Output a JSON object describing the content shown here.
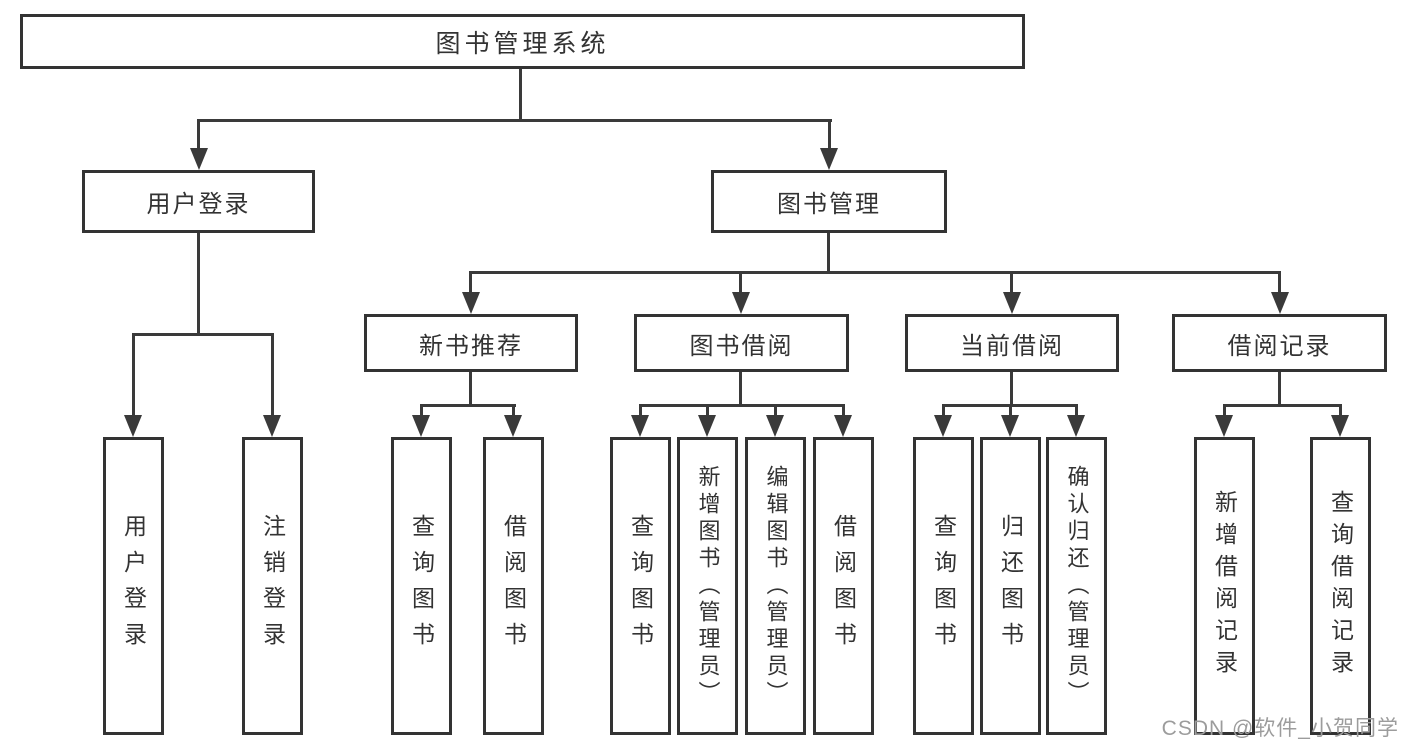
{
  "colors": {
    "background": "#ffffff",
    "border": "#333333",
    "line": "#3a3a3a",
    "text": "#333333",
    "watermark": "#9c9c9c"
  },
  "tree": {
    "label": "图书管理系统",
    "children": [
      {
        "label": "用户登录",
        "children": [
          {
            "label": "用户登录"
          },
          {
            "label": "注销登录"
          }
        ]
      },
      {
        "label": "图书管理",
        "children": [
          {
            "label": "新书推荐",
            "children": [
              {
                "label": "查询图书"
              },
              {
                "label": "借阅图书"
              }
            ]
          },
          {
            "label": "图书借阅",
            "children": [
              {
                "label": "查询图书"
              },
              {
                "label": "新增图书（管理员）"
              },
              {
                "label": "编辑图书（管理员）"
              },
              {
                "label": "借阅图书"
              }
            ]
          },
          {
            "label": "当前借阅",
            "children": [
              {
                "label": "查询图书"
              },
              {
                "label": "归还图书"
              },
              {
                "label": "确认归还（管理员）"
              }
            ]
          },
          {
            "label": "借阅记录",
            "children": [
              {
                "label": "新增借阅记录"
              },
              {
                "label": "查询借阅记录"
              }
            ]
          }
        ]
      }
    ]
  },
  "watermark": "CSDN @软件_小贺同学"
}
